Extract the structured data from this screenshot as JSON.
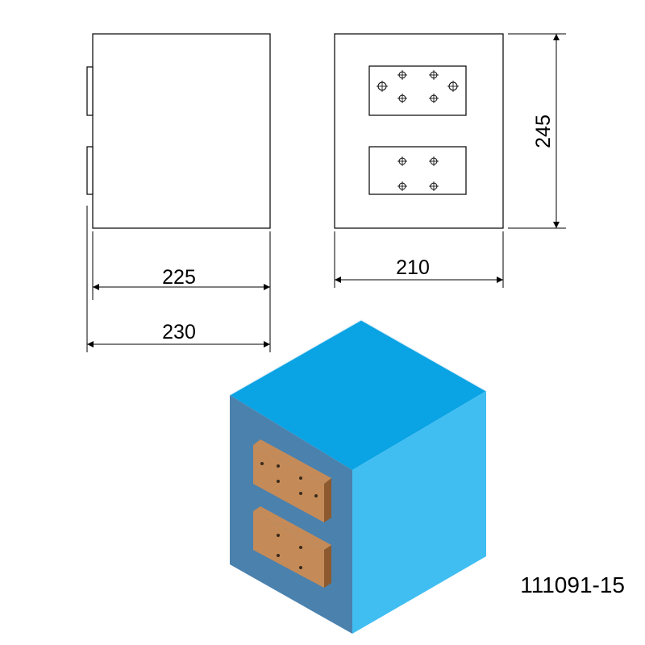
{
  "dimensions": {
    "side_width_inner": "225",
    "side_width_outer": "230",
    "front_width": "210",
    "height": "245"
  },
  "part_number": "111091-15",
  "colors": {
    "top_face": "#0aa3e4",
    "right_face": "#40bef2",
    "left_face": "#4b81ad",
    "plate": "#c48b58",
    "plate_edge": "#8c5a2e",
    "hole": "#3b2a1c"
  }
}
